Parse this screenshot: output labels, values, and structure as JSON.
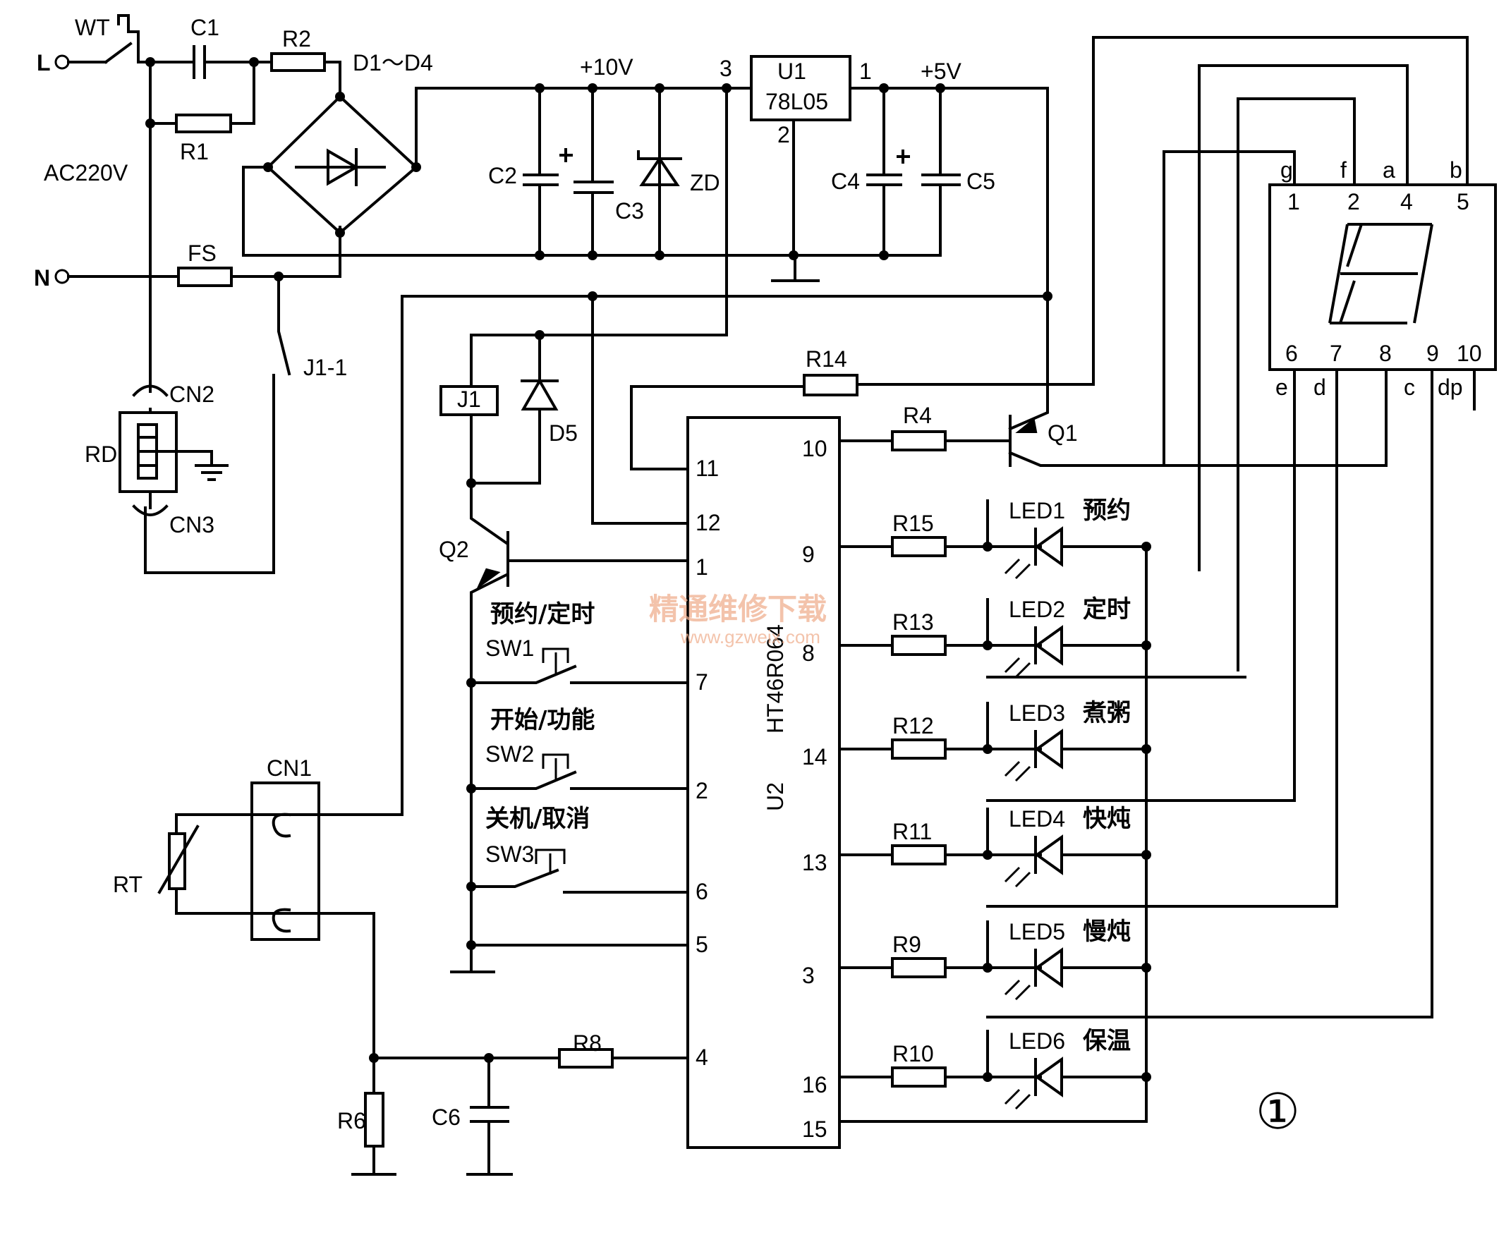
{
  "labels": {
    "L": "L",
    "N": "N",
    "WT": "WT",
    "C1": "C1",
    "R2": "R2",
    "D1D4": "D1～D4",
    "R1": "R1",
    "AC220V": "AC220V",
    "FS": "FS",
    "J1_1": "J1-1",
    "CN2": "CN2",
    "CN3": "CN3",
    "RD": "RD",
    "plus10V": "+10V",
    "n3": "3",
    "U1": "U1",
    "U1_part": "78L05",
    "n1": "1",
    "n2": "2",
    "plus5V": "+5V",
    "C2": "C2",
    "C3": "C3",
    "ZD": "ZD",
    "C4": "C4",
    "C5": "C5",
    "J1": "J1",
    "D5": "D5",
    "Q1": "Q1",
    "Q2": "Q2",
    "R14": "R14",
    "R4": "R4",
    "R15": "R15",
    "R13": "R13",
    "R12": "R12",
    "R11": "R11",
    "R9": "R9",
    "R10": "R10",
    "R8": "R8",
    "R6": "R6",
    "C6": "C6",
    "CN1": "CN1",
    "RT": "RT",
    "U2": "U2",
    "U2_part": "HT46R064",
    "SW1": "SW1",
    "SW2": "SW2",
    "SW3": "SW3",
    "sw1_text": "预约/定时",
    "sw2_text": "开始/功能",
    "sw3_text": "关机/取消",
    "LED1": "LED1",
    "LED2": "LED2",
    "LED3": "LED3",
    "LED4": "LED4",
    "LED5": "LED5",
    "LED6": "LED6",
    "led1_text": "预约",
    "led2_text": "定时",
    "led3_text": "煮粥",
    "led4_text": "快炖",
    "led5_text": "慢炖",
    "led6_text": "保温",
    "figure_no": "①"
  },
  "u2_pins_left": [
    "11",
    "12",
    "1",
    "7",
    "2",
    "6",
    "5",
    "4"
  ],
  "u2_pins_right": [
    "10",
    "9",
    "8",
    "14",
    "13",
    "3",
    "16",
    "15"
  ],
  "display_top_letters": [
    "g",
    "f",
    "a",
    "b"
  ],
  "display_top_pins": [
    "1",
    "2",
    "4",
    "5"
  ],
  "display_bottom_pins": [
    "6",
    "7",
    "8",
    "9",
    "10"
  ],
  "display_bottom_letters": [
    "e",
    "d",
    "c",
    "dp"
  ],
  "watermark": {
    "title": "精通维修下载",
    "url": "www.gzweix.com"
  }
}
